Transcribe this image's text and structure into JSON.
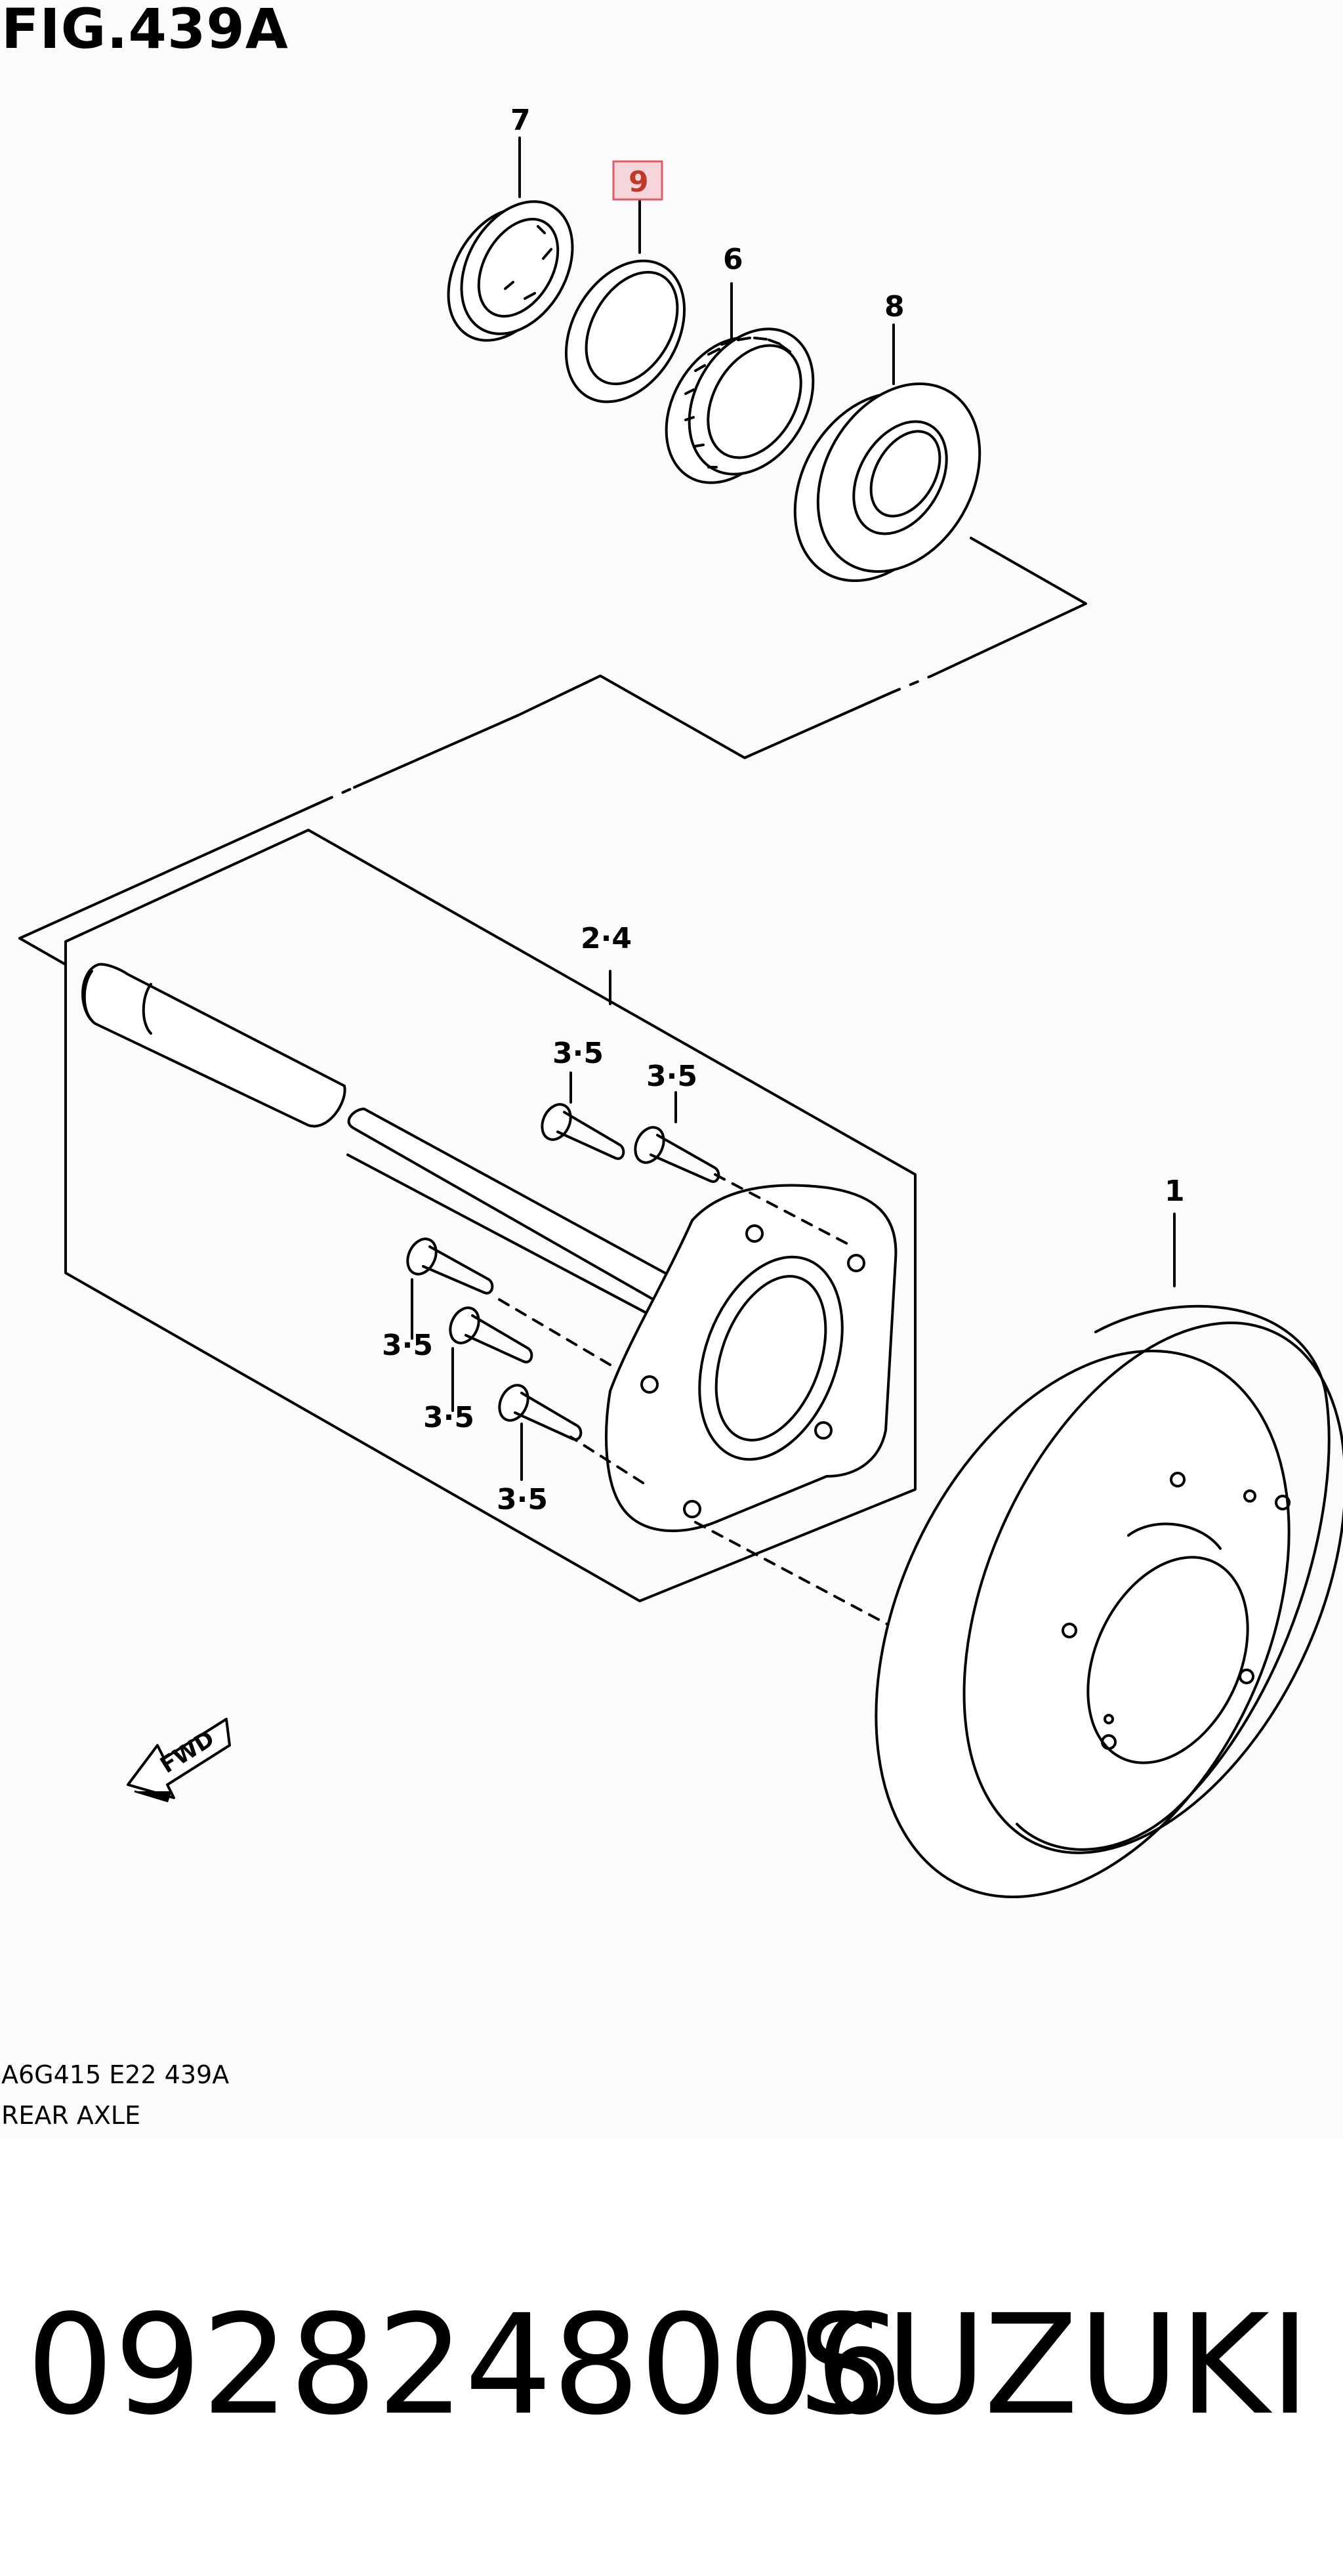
{
  "figure": {
    "title": "FIG.439A",
    "code": "A6G415 E22 439A",
    "name": "REAR AXLE"
  },
  "callouts": {
    "c7": "7",
    "c9": "9",
    "c6": "6",
    "c8": "8",
    "c24": "2·4",
    "c1": "1",
    "c35a": "3·5",
    "c35b": "3·5",
    "c35c": "3·5",
    "c35d": "3·5",
    "c35e": "3·5"
  },
  "fwd_label": "FWD",
  "part": {
    "number": "0928248006",
    "brand": "SUZUKI"
  },
  "colors": {
    "line": "#000000",
    "highlight_fill": "#f6d6da",
    "highlight_border": "#e05a6a",
    "highlight_text": "#c0392b"
  }
}
